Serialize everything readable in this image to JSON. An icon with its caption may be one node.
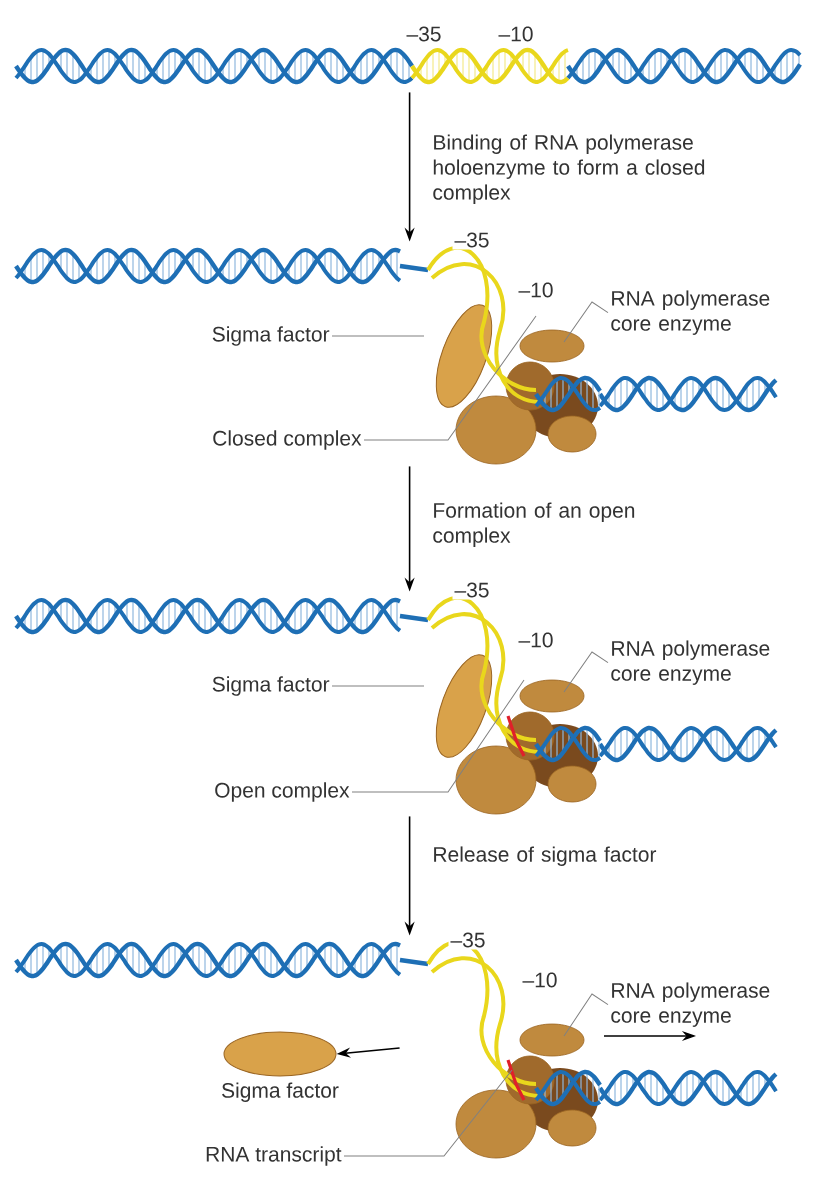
{
  "diagram": {
    "nodes": [
      {
        "text": [],
        "shape": "picture"
      },
      {
        "text": [],
        "shape": "picture"
      },
      {
        "text": [
          "Sigma factor"
        ]
      },
      {
        "text": [
          "RNA polymerase core enzyme"
        ]
      },
      {
        "text": [
          "Closed complex"
        ]
      },
      {
        "text": [],
        "shape": "picture"
      },
      {
        "text": [
          "Sigma factor"
        ]
      },
      {
        "text": [
          "RNA polymerase core enzyme"
        ]
      },
      {
        "text": [
          "Open complex"
        ]
      },
      {
        "text": [],
        "shape": "picture"
      },
      {
        "text": [
          "RNA polymerase core enzyme"
        ]
      },
      {
        "text": [
          "Sigma factor"
        ]
      },
      {
        "text": [
          "RNA transcript"
        ]
      }
    ],
    "edges": [
      {
        "from": 0,
        "to": 1,
        "arrow": "to",
        "color": "#000000",
        "label": "Binding of RNA polymerase holoenzyme to form a closed complex"
      },
      {
        "from": 1,
        "to": 5,
        "arrow": "to",
        "color": "#000000",
        "label": "Formation of an open complex"
      },
      {
        "from": 5,
        "to": 9,
        "arrow": "to",
        "color": "#000000",
        "label": "Release of sigma factor"
      },
      {
        "from": 2,
        "to": 1,
        "arrow": "none"
      },
      {
        "from": 3,
        "to": 1,
        "arrow": "none"
      },
      {
        "from": 4,
        "to": 1,
        "arrow": "none"
      },
      {
        "from": 6,
        "to": 5,
        "arrow": "none"
      },
      {
        "from": 7,
        "to": 5,
        "arrow": "none"
      },
      {
        "from": 8,
        "to": 5,
        "arrow": "none"
      },
      {
        "from": 10,
        "to": 9,
        "arrow": "none"
      },
      {
        "from": 12,
        "to": 9,
        "arrow": "none"
      },
      {
        "from": 9,
        "to": 11,
        "arrow": "to",
        "color": "#000000"
      }
    ],
    "labels": [
      "–35",
      "–10",
      "–35",
      "–10",
      "–35",
      "–10",
      "–35",
      "–10"
    ]
  }
}
